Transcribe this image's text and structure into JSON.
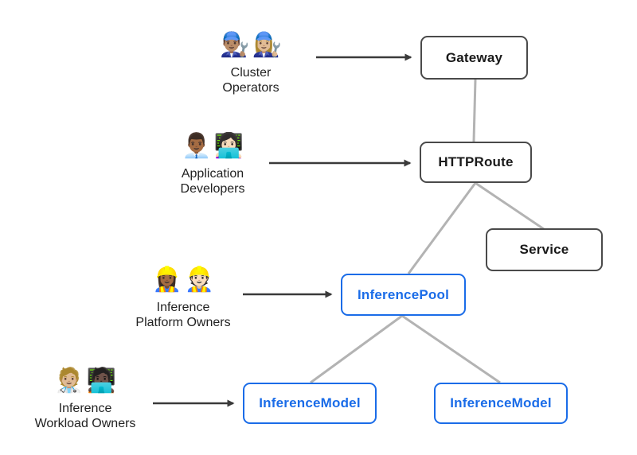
{
  "colors": {
    "canvas_bg": "#ffffff",
    "resource_border": "#4a4a4a",
    "resource_text": "#1a1a1a",
    "inference_border": "#1a6ce8",
    "inference_text": "#1a6ce8",
    "connector": "#b3b3b3",
    "arrow": "#3a3a3a",
    "label_text": "#222222"
  },
  "nodes": [
    {
      "id": "gateway",
      "label": "Gateway",
      "style": "resource"
    },
    {
      "id": "httproute",
      "label": "HTTPRoute",
      "style": "resource"
    },
    {
      "id": "service",
      "label": "Service",
      "style": "resource"
    },
    {
      "id": "inferencepool",
      "label": "InferencePool",
      "style": "inference"
    },
    {
      "id": "inferencemodel-1",
      "label": "InferenceModel",
      "style": "inference"
    },
    {
      "id": "inferencemodel-2",
      "label": "InferenceModel",
      "style": "inference"
    }
  ],
  "actors": [
    {
      "id": "cluster-operators",
      "emoji_left": "👨🏽‍🔧",
      "emoji_right": "👩🏼‍🔧",
      "line1": "Cluster",
      "line2": "Operators"
    },
    {
      "id": "application-developers",
      "emoji_left": "👨🏾‍💼",
      "emoji_right": "👩🏻‍💻",
      "line1": "Application",
      "line2": "Developers"
    },
    {
      "id": "inference-platform-owners",
      "emoji_left": "👷🏾‍♀️",
      "emoji_right": "👷🏻",
      "line1": "Inference",
      "line2": "Platform Owners"
    },
    {
      "id": "inference-workload-owners",
      "emoji_left": "🧑🏼‍⚕️",
      "emoji_right": "🧑🏿‍💻",
      "line1": "Inference",
      "line2": "Workload Owners"
    }
  ]
}
